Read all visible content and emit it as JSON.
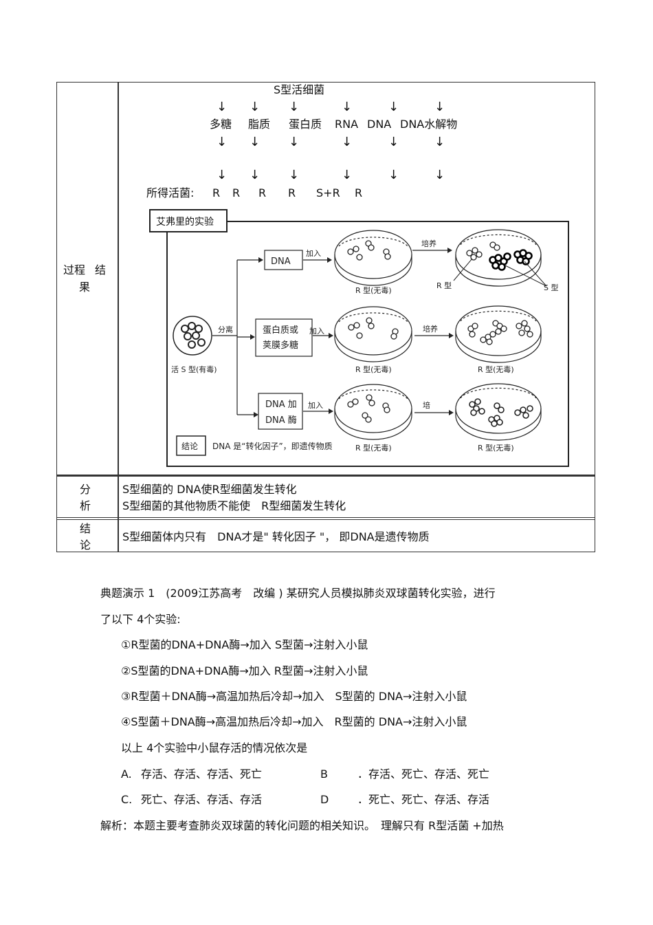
{
  "table": {
    "row1_label_a": "过程",
    "row1_label_b": "结",
    "row1_label_c": "果",
    "top_label": "S型活细菌",
    "components": [
      "多糖",
      "脂质",
      "蛋白质",
      "RNA",
      "DNA",
      "DNA水解物"
    ],
    "arrow": "↓",
    "survivors_label": "所得活菌:",
    "survivors": [
      "R",
      "R",
      "R",
      "R",
      "S+R",
      "R"
    ],
    "row2_label_a": "分",
    "row2_label_b": "析",
    "analysis_lines": [
      "S型细菌的 DNA使R型细菌发生转化",
      "S型细菌的其他物质不能使　R型细菌发生转化"
    ],
    "row3_label_a": "结",
    "row3_label_b": "论",
    "conclusion": "S型细菌体内只有　DNA才是\" 转化因子 \"， 即DNA是遗传物质"
  },
  "figure": {
    "title": "艾弗里的实验",
    "source_label": "活 S 型(有毒)",
    "split_label": "分离",
    "boxes": [
      "DNA",
      "蛋白质或",
      "荚膜多糖",
      "DNA 加",
      "DNA 酶"
    ],
    "add_label": "加入",
    "culture_labels": [
      "培养",
      "培养",
      "培"
    ],
    "dish_labels": [
      "R 型(无毒)",
      "R 型(无毒)",
      "R 型(无毒)"
    ],
    "result_labels": [
      "R 型(无毒)",
      "R 型(无毒)"
    ],
    "r_type": "R 型",
    "s_type": "S 型",
    "conclusion_box": "结论",
    "conclusion_text": "DNA 是“转化因子”，即遗传物质"
  },
  "question": {
    "intro_1": "典题演示 1　(2009江苏高考　改编 )  某研究人员模拟肺炎双球菌转化实验，进行",
    "intro_2": "了以下 4个实验:",
    "items": [
      "①R型菌的DNA+DNA酶→加入 S型菌→注射入小鼠",
      "②S型菌的DNA+DNA酶→加入 R型菌→注射入小鼠",
      "③R型菌＋DNA酶→高温加热后冷却→加入　S型菌的 DNA→注射入小鼠",
      "④S型菌＋DNA酶→高温加热后冷却→加入　R型菌的 DNA→注射入小鼠"
    ],
    "prompt": "以上 4个实验中小鼠存活的情况依次是",
    "options": [
      {
        "letter": "A.",
        "text": "存活、存活、存活、死亡"
      },
      {
        "letter": "B",
        "text": "．存活、死亡、存活、死亡"
      },
      {
        "letter": "C.",
        "text": "死亡、存活、存活、存活"
      },
      {
        "letter": "D",
        "text": "．死亡、死亡、存活、存活"
      }
    ],
    "analysis": "解析：本题主要考查肺炎双球菌的转化问题的相关知识。　理解只有 R型活菌 +加热"
  }
}
